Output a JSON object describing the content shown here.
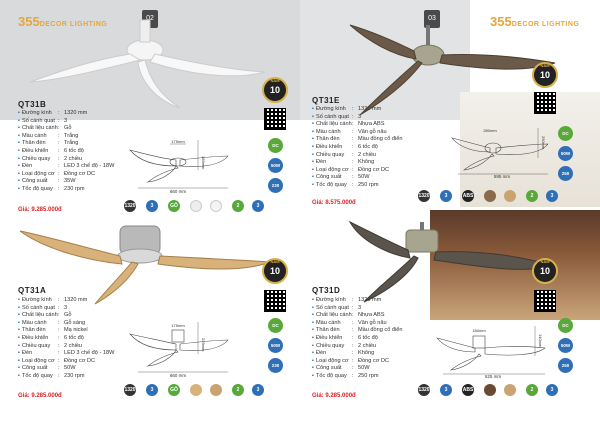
{
  "brand": {
    "name": "355",
    "tagline": "DECOR LIGHTING"
  },
  "pages": {
    "left": {
      "number": "02"
    },
    "right": {
      "number": "03"
    }
  },
  "badges": {
    "years": "10",
    "years_label": "NĂM"
  },
  "products": [
    {
      "model": "QT31B",
      "specs": [
        {
          "k": "Đường kính",
          "v": "1320 mm"
        },
        {
          "k": "Số cánh quạt",
          "v": "3"
        },
        {
          "k": "Chất liệu cánh",
          "v": "Gỗ"
        },
        {
          "k": "Màu cánh",
          "v": "Trắng"
        },
        {
          "k": "Thân đèn",
          "v": "Trắng"
        },
        {
          "k": "Điều khiển",
          "v": "6 tốc độ"
        },
        {
          "k": "Chiều quay",
          "v": "2 chiều"
        },
        {
          "k": "Đèn",
          "v": "LED 3 chế độ - 18W"
        },
        {
          "k": "Loại động cơ",
          "v": "Đồng cơ DC"
        },
        {
          "k": "Công suất",
          "v": "35W"
        },
        {
          "k": "Tốc độ quay",
          "v": "230 rpm"
        }
      ],
      "price_label": "Giá:",
      "price": "9.285.000đ",
      "dims": {
        "a": "175mm",
        "b": "660 mm",
        "c": "185mm"
      },
      "side": [
        "DC",
        "50W",
        "230"
      ],
      "bottom": [
        "1320",
        "3",
        "GỖ",
        "2",
        "3"
      ]
    },
    {
      "model": "QT31A",
      "specs": [
        {
          "k": "Đường kính",
          "v": "1320 mm"
        },
        {
          "k": "Số cánh quạt",
          "v": "3"
        },
        {
          "k": "Chất liệu cánh",
          "v": "Gỗ"
        },
        {
          "k": "Màu cánh",
          "v": "Gỗ sáng"
        },
        {
          "k": "Thân đèn",
          "v": "Mạ nickel"
        },
        {
          "k": "Điều khiển",
          "v": "6 tốc độ"
        },
        {
          "k": "Chiều quay",
          "v": "2 chiều"
        },
        {
          "k": "Đèn",
          "v": "LED 3 chế độ - 18W"
        },
        {
          "k": "Loại động cơ",
          "v": "Đồng cơ DC"
        },
        {
          "k": "Công suất",
          "v": "50W"
        },
        {
          "k": "Tốc độ quay",
          "v": "230 rpm"
        }
      ],
      "price_label": "Giá:",
      "price": "9.285.000đ",
      "dims": {
        "a": "175mm",
        "b": "660 mm",
        "c": "225mm"
      },
      "side": [
        "DC",
        "50W",
        "230"
      ],
      "bottom": [
        "1320",
        "3",
        "GỖ",
        "2",
        "3"
      ]
    },
    {
      "model": "QT31E",
      "specs": [
        {
          "k": "Đường kính",
          "v": "1320 mm"
        },
        {
          "k": "Số cánh quạt",
          "v": "3"
        },
        {
          "k": "Chất liệu cánh",
          "v": "Nhựa ABS"
        },
        {
          "k": "Màu cánh",
          "v": "Vân gỗ nâu"
        },
        {
          "k": "Thân đèn",
          "v": "Màu đồng cổ điển"
        },
        {
          "k": "Điều khiển",
          "v": "6 tốc độ"
        },
        {
          "k": "Chiều quay",
          "v": "2 chiều"
        },
        {
          "k": "Đèn",
          "v": "Không"
        },
        {
          "k": "Loại động cơ",
          "v": "Đồng cơ DC"
        },
        {
          "k": "Công suất",
          "v": "50W"
        },
        {
          "k": "Tốc độ quay",
          "v": "250 rpm"
        }
      ],
      "price_label": "Giá:",
      "price": "8.575.000đ",
      "dims": {
        "a": "280mm",
        "b": "595 mm",
        "c": "250mm"
      },
      "side": [
        "DC",
        "50W",
        "250"
      ],
      "bottom": [
        "1320",
        "3",
        "ABS",
        "2",
        "3"
      ]
    },
    {
      "model": "QT31D",
      "specs": [
        {
          "k": "Đường kính",
          "v": "1320 mm"
        },
        {
          "k": "Số cánh quạt",
          "v": "3"
        },
        {
          "k": "Chất liệu cánh",
          "v": "Nhựa ABS"
        },
        {
          "k": "Màu cánh",
          "v": "Vân gỗ nâu"
        },
        {
          "k": "Thân đèn",
          "v": "Màu đồng cổ điển"
        },
        {
          "k": "Điều khiển",
          "v": "6 tốc độ"
        },
        {
          "k": "Chiều quay",
          "v": "2 chiều"
        },
        {
          "k": "Đèn",
          "v": "Không"
        },
        {
          "k": "Loại động cơ",
          "v": "Đồng cơ DC"
        },
        {
          "k": "Công suất",
          "v": "50W"
        },
        {
          "k": "Tốc độ quay",
          "v": "250 rpm"
        }
      ],
      "price_label": "Giá:",
      "price": "9.285.000đ",
      "dims": {
        "a": "180mm",
        "b": "625 mm",
        "c": "140mm"
      },
      "side": [
        "DC",
        "50W",
        "250"
      ],
      "bottom": [
        "1320",
        "3",
        "ABS",
        "2",
        "3"
      ]
    }
  ],
  "colors": {
    "accent": "#e6a63c",
    "blue": "#2f6fb5",
    "green": "#58a83a",
    "price": "#dd2222"
  }
}
